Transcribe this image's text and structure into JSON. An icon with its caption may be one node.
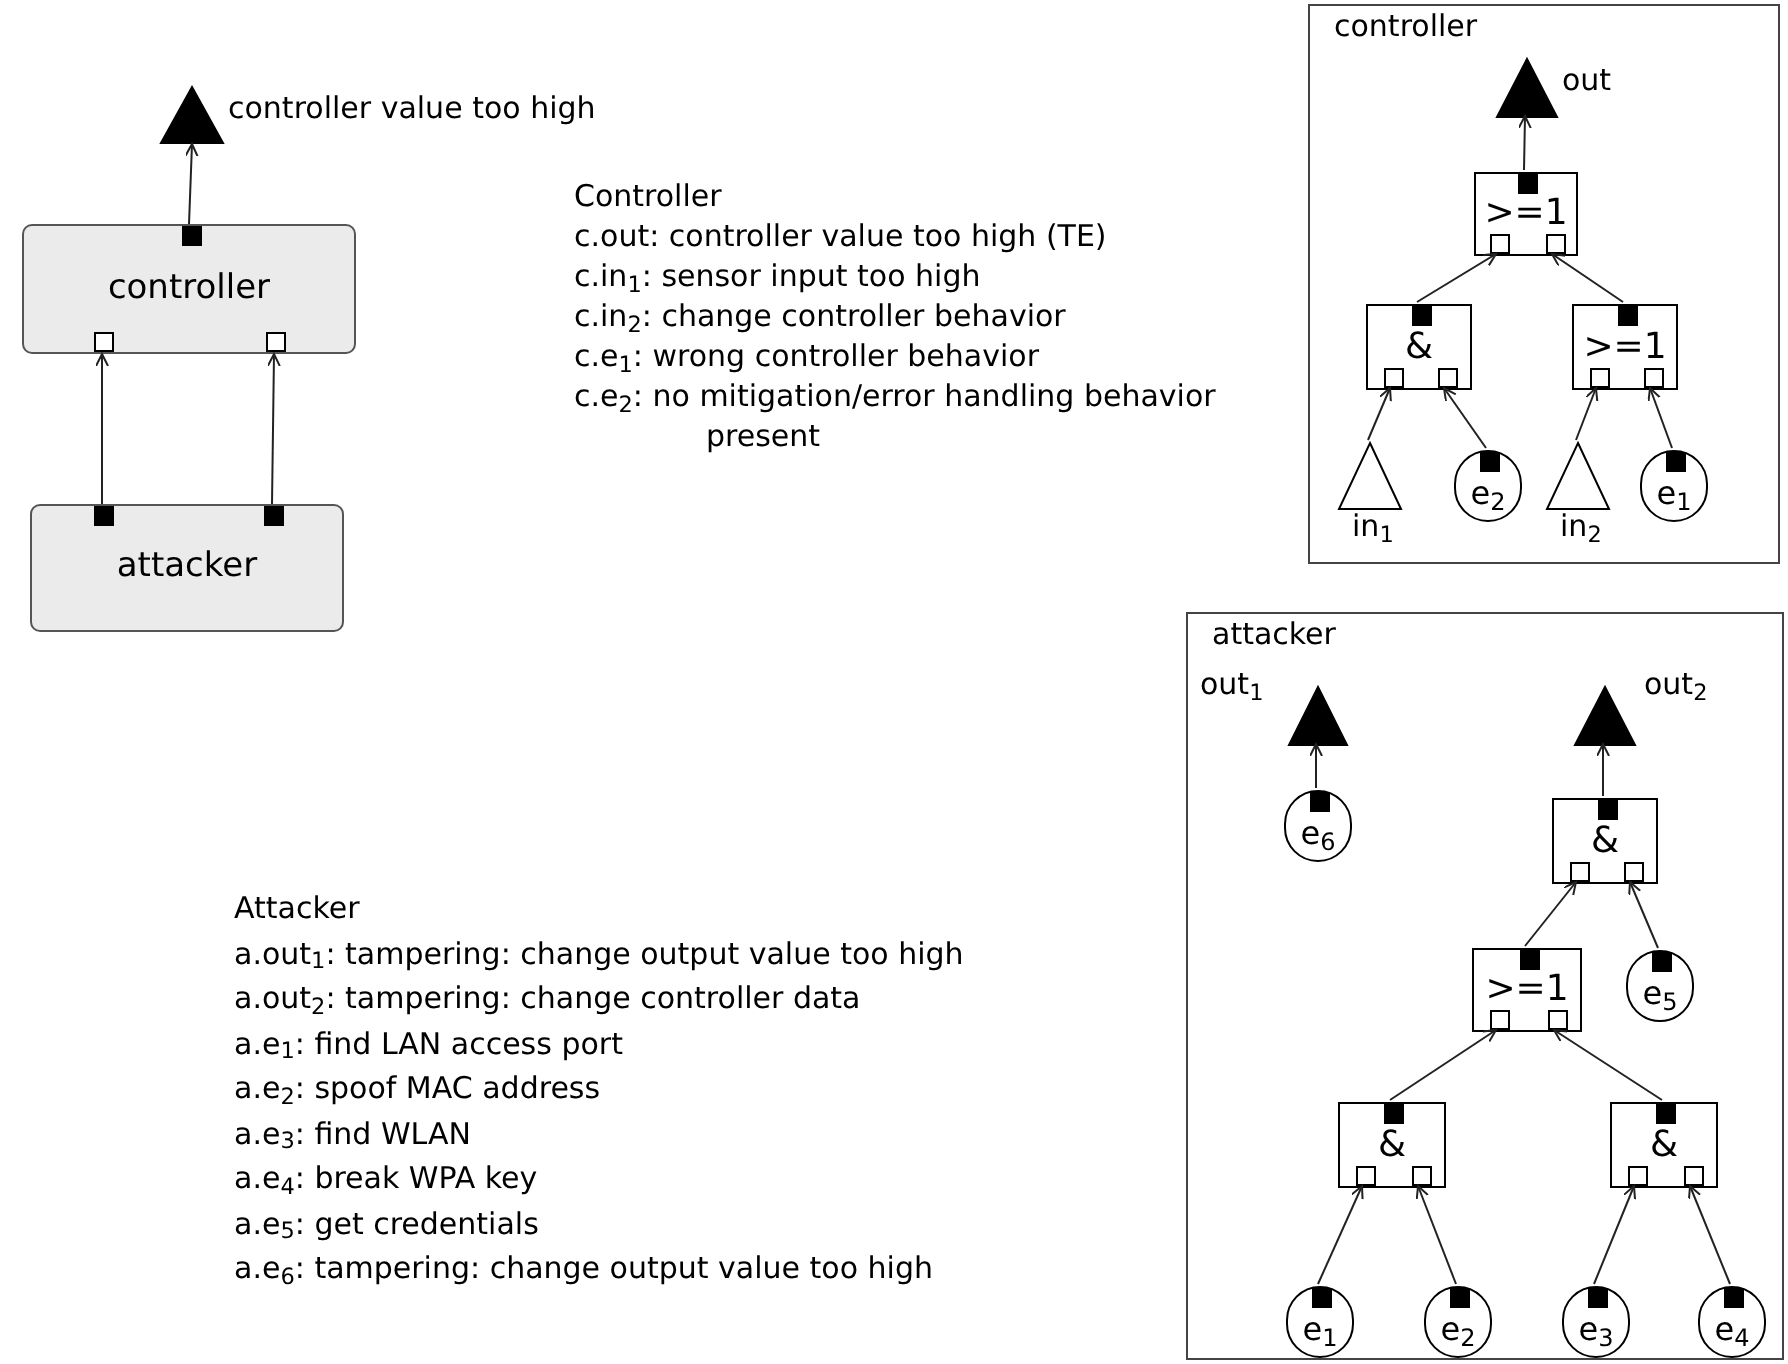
{
  "diagram": {
    "nodes": [
      {
        "text": [],
        "shape": "triangle",
        "beside": [
          "controller value too high"
        ]
      },
      {
        "text": [
          "controller"
        ]
      },
      {
        "text": [
          "attacker"
        ]
      },
      {
        "text": [
          "controller"
        ]
      },
      {
        "text": [],
        "shape": "triangle",
        "in": 3,
        "beside": [
          "out"
        ]
      },
      {
        "text": [
          ">=1"
        ],
        "in": 3
      },
      {
        "text": [
          "&"
        ],
        "in": 3
      },
      {
        "text": [
          ">=1"
        ],
        "in": 3
      },
      {
        "text": [],
        "shape": "triangle",
        "in": 3,
        "beside": [
          "in$_{1}$"
        ]
      },
      {
        "text": [
          "e$_{2}$"
        ],
        "in": 3
      },
      {
        "text": [],
        "shape": "triangle",
        "in": 3,
        "beside": [
          "in$_{2}$"
        ]
      },
      {
        "text": [
          "e$_{1}$"
        ],
        "in": 3
      },
      {
        "text": [
          "attacker"
        ]
      },
      {
        "text": [],
        "shape": "triangle",
        "in": 12,
        "beside": [
          "out$_{1}$"
        ]
      },
      {
        "text": [],
        "shape": "triangle",
        "in": 12,
        "beside": [
          "out$_{2}$"
        ]
      },
      {
        "text": [
          "e$_{6}$"
        ],
        "in": 12
      },
      {
        "text": [
          "&"
        ],
        "in": 12
      },
      {
        "text": [
          ">=1"
        ],
        "in": 12
      },
      {
        "text": [
          "e$_{5}$"
        ],
        "in": 12
      },
      {
        "text": [
          "&"
        ],
        "in": 12
      },
      {
        "text": [
          "&"
        ],
        "in": 12
      },
      {
        "text": [
          "e$_{1}$"
        ],
        "in": 12
      },
      {
        "text": [
          "e$_{2}$"
        ],
        "in": 12
      },
      {
        "text": [
          "e$_{3}$"
        ],
        "in": 12
      },
      {
        "text": [
          "e$_{4}$"
        ],
        "in": 12
      }
    ],
    "edges": [
      {
        "from": 1,
        "to": 0,
        "arrow": "to"
      },
      {
        "from": 2,
        "to": 1,
        "arrow": "to"
      },
      {
        "from": 2,
        "to": 1,
        "arrow": "to"
      },
      {
        "from": 5,
        "to": 4,
        "arrow": "to"
      },
      {
        "from": 6,
        "to": 5,
        "arrow": "to"
      },
      {
        "from": 7,
        "to": 5,
        "arrow": "to"
      },
      {
        "from": 8,
        "to": 6,
        "arrow": "to"
      },
      {
        "from": 9,
        "to": 6,
        "arrow": "to"
      },
      {
        "from": 10,
        "to": 7,
        "arrow": "to"
      },
      {
        "from": 11,
        "to": 7,
        "arrow": "to"
      },
      {
        "from": 15,
        "to": 13,
        "arrow": "to"
      },
      {
        "from": 16,
        "to": 14,
        "arrow": "to"
      },
      {
        "from": 17,
        "to": 16,
        "arrow": "to"
      },
      {
        "from": 18,
        "to": 16,
        "arrow": "to"
      },
      {
        "from": 19,
        "to": 17,
        "arrow": "to"
      },
      {
        "from": 20,
        "to": 17,
        "arrow": "to"
      },
      {
        "from": 21,
        "to": 19,
        "arrow": "to"
      },
      {
        "from": 22,
        "to": 19,
        "arrow": "to"
      },
      {
        "from": 23,
        "to": 20,
        "arrow": "to"
      },
      {
        "from": 24,
        "to": 20,
        "arrow": "to"
      }
    ],
    "labels": [
      "Controller",
      "c.out: controller value too high (TE)",
      "c.in$_{1}$: sensor input too high",
      "c.in$_{2}$: change controller behavior",
      "c.e$_{1}$: wrong controller behavior",
      "c.e$_{2}$: no mitigation/error handling behavior present",
      "Attacker",
      "a.out$_{1}$: tampering: change output value too high",
      "a.out$_{2}$: tampering: change controller data",
      "a.e$_{1}$: find LAN access port",
      "a.e$_{2}$: spoof MAC address",
      "a.e$_{3}$: find WLAN",
      "a.e$_{4}$: break WPA key",
      "a.e$_{5}$: get credentials",
      "a.e$_{6}$: tampering: change output value too high"
    ]
  }
}
